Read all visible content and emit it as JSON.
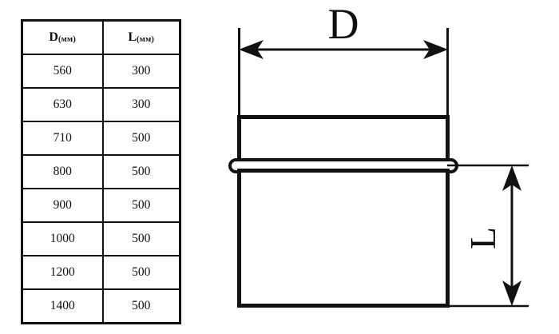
{
  "table": {
    "headers": [
      {
        "symbol": "D",
        "unit": "(мм)"
      },
      {
        "symbol": "L",
        "unit": "(мм)"
      }
    ],
    "rows": [
      {
        "d": "560",
        "l": "300"
      },
      {
        "d": "630",
        "l": "300"
      },
      {
        "d": "710",
        "l": "500"
      },
      {
        "d": "800",
        "l": "500"
      },
      {
        "d": "900",
        "l": "500"
      },
      {
        "d": "1000",
        "l": "500"
      },
      {
        "d": "1200",
        "l": "500"
      },
      {
        "d": "1400",
        "l": "500"
      }
    ]
  },
  "drawing": {
    "labels": {
      "diameter": "D",
      "length": "L"
    },
    "colors": {
      "line": "#111111",
      "background": "#ffffff"
    }
  },
  "chart_data": {
    "type": "table",
    "title": "",
    "columns": [
      "D(мм)",
      "L(мм)"
    ],
    "rows": [
      [
        "560",
        "300"
      ],
      [
        "630",
        "300"
      ],
      [
        "710",
        "500"
      ],
      [
        "800",
        "500"
      ],
      [
        "900",
        "500"
      ],
      [
        "1000",
        "500"
      ],
      [
        "1200",
        "500"
      ],
      [
        "1400",
        "500"
      ]
    ],
    "annotations": [
      "D",
      "L"
    ]
  }
}
